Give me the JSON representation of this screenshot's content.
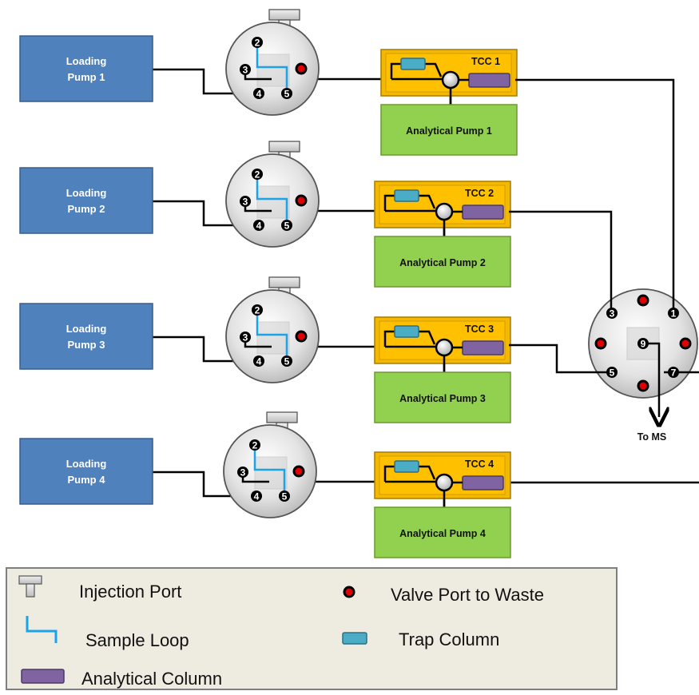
{
  "rows": [
    {
      "loading_pump": [
        "Loading",
        "Pump 1"
      ],
      "tcc": "TCC 1",
      "analytical_pump": "Analytical Pump 1"
    },
    {
      "loading_pump": [
        "Loading",
        "Pump 2"
      ],
      "tcc": "TCC 2",
      "analytical_pump": "Analytical Pump 2"
    },
    {
      "loading_pump": [
        "Loading",
        "Pump 3"
      ],
      "tcc": "TCC 3",
      "analytical_pump": "Analytical Pump 3"
    },
    {
      "loading_pump": [
        "Loading",
        "Pump 4"
      ],
      "tcc": "TCC 4",
      "analytical_pump": "Analytical Pump 4"
    }
  ],
  "valve_ports": {
    "p2": "2",
    "p3": "3",
    "p4": "4",
    "p5": "5"
  },
  "selector_valve": {
    "ports": [
      "1",
      "3",
      "5",
      "7",
      "9"
    ],
    "outlet_label": "To MS"
  },
  "legend": {
    "injection_port": "Injection Port",
    "valve_port_waste": "Valve Port to Waste",
    "sample_loop": "Sample Loop",
    "trap_column": "Trap Column",
    "analytical_column": "Analytical Column"
  },
  "colors": {
    "loading_pump": "#4f81bd",
    "analytical_pump": "#92d050",
    "tcc": "#f5b800",
    "trap_column": "#4bacc6",
    "analytical_column": "#8064a2",
    "sample_loop": "#1aa3e8",
    "waste_port": "#e00000",
    "legend_bg": "#eeece1"
  }
}
